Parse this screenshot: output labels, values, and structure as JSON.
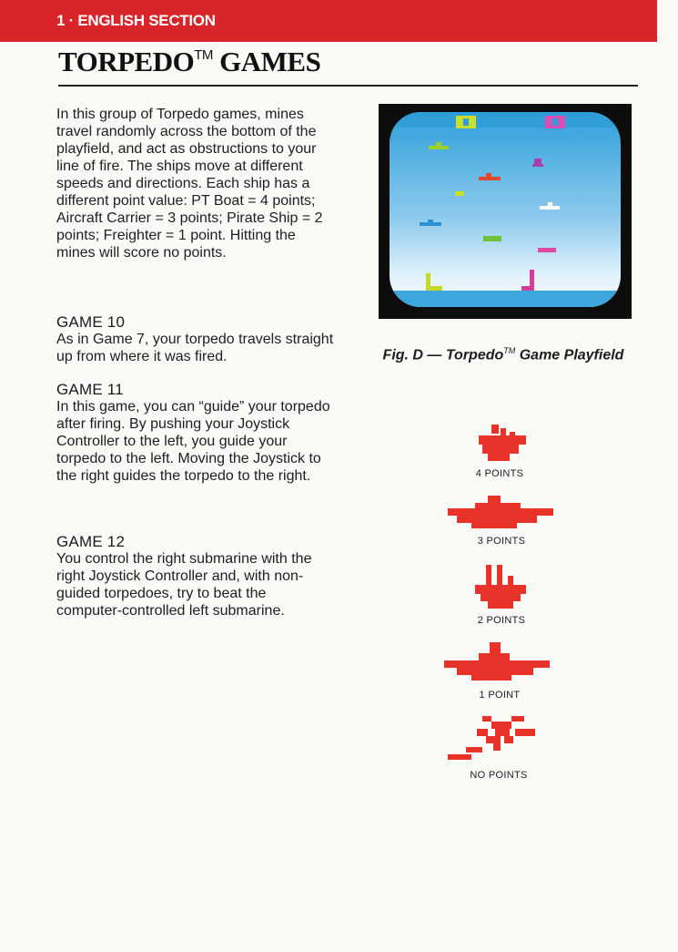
{
  "header": {
    "section_label": "1 · ENGLISH SECTION"
  },
  "page": {
    "title": "TORPEDO",
    "title_tm": "TM",
    "title_rest": "GAMES"
  },
  "intro_paragraph": "In this group of Torpedo games, mines travel randomly across the bottom of the playfield, and act as obstructions to your line of fire. The ships move at different speeds and directions. Each ship has a different point value: PT Boat = 4 points; Aircraft Carrier = 3 points; Pirate Ship = 2 points; Freighter = 1 point. Hitting the mines will score no points.",
  "games": [
    {
      "heading": "GAME 10",
      "text": "As in Game 7, your torpedo travels straight up from where it was fired."
    },
    {
      "heading": "GAME 11",
      "text": "In this game, you can “guide” your torpedo after firing. By pushing your Joystick Controller to the left, you guide your torpedo to the left. Moving the Joystick to the right guides the torpedo to the right."
    },
    {
      "heading": "GAME 12",
      "text": "You control the right submarine with the right Joystick Controller and, with non-guided torpedoes, try to beat the computer-controlled left submarine."
    }
  ],
  "figure": {
    "caption_prefix": "Fig. D — Torpedo",
    "caption_tm": "TM",
    "caption_suffix": " Game Playfield"
  },
  "score_legend": [
    {
      "label": "4 POINTS",
      "icon": "pt-boat-icon"
    },
    {
      "label": "3 POINTS",
      "icon": "aircraft-carrier-icon"
    },
    {
      "label": "2 POINTS",
      "icon": "pirate-ship-icon"
    },
    {
      "label": "1 POINT",
      "icon": "freighter-icon"
    },
    {
      "label": "NO POINTS",
      "icon": "mine-icon"
    }
  ],
  "colors": {
    "header_red": "#d9242a",
    "sprite_red": "#e8332b",
    "screen_water_top": "#3aa7dd",
    "screen_water_bottom": "#e4f3fb"
  }
}
